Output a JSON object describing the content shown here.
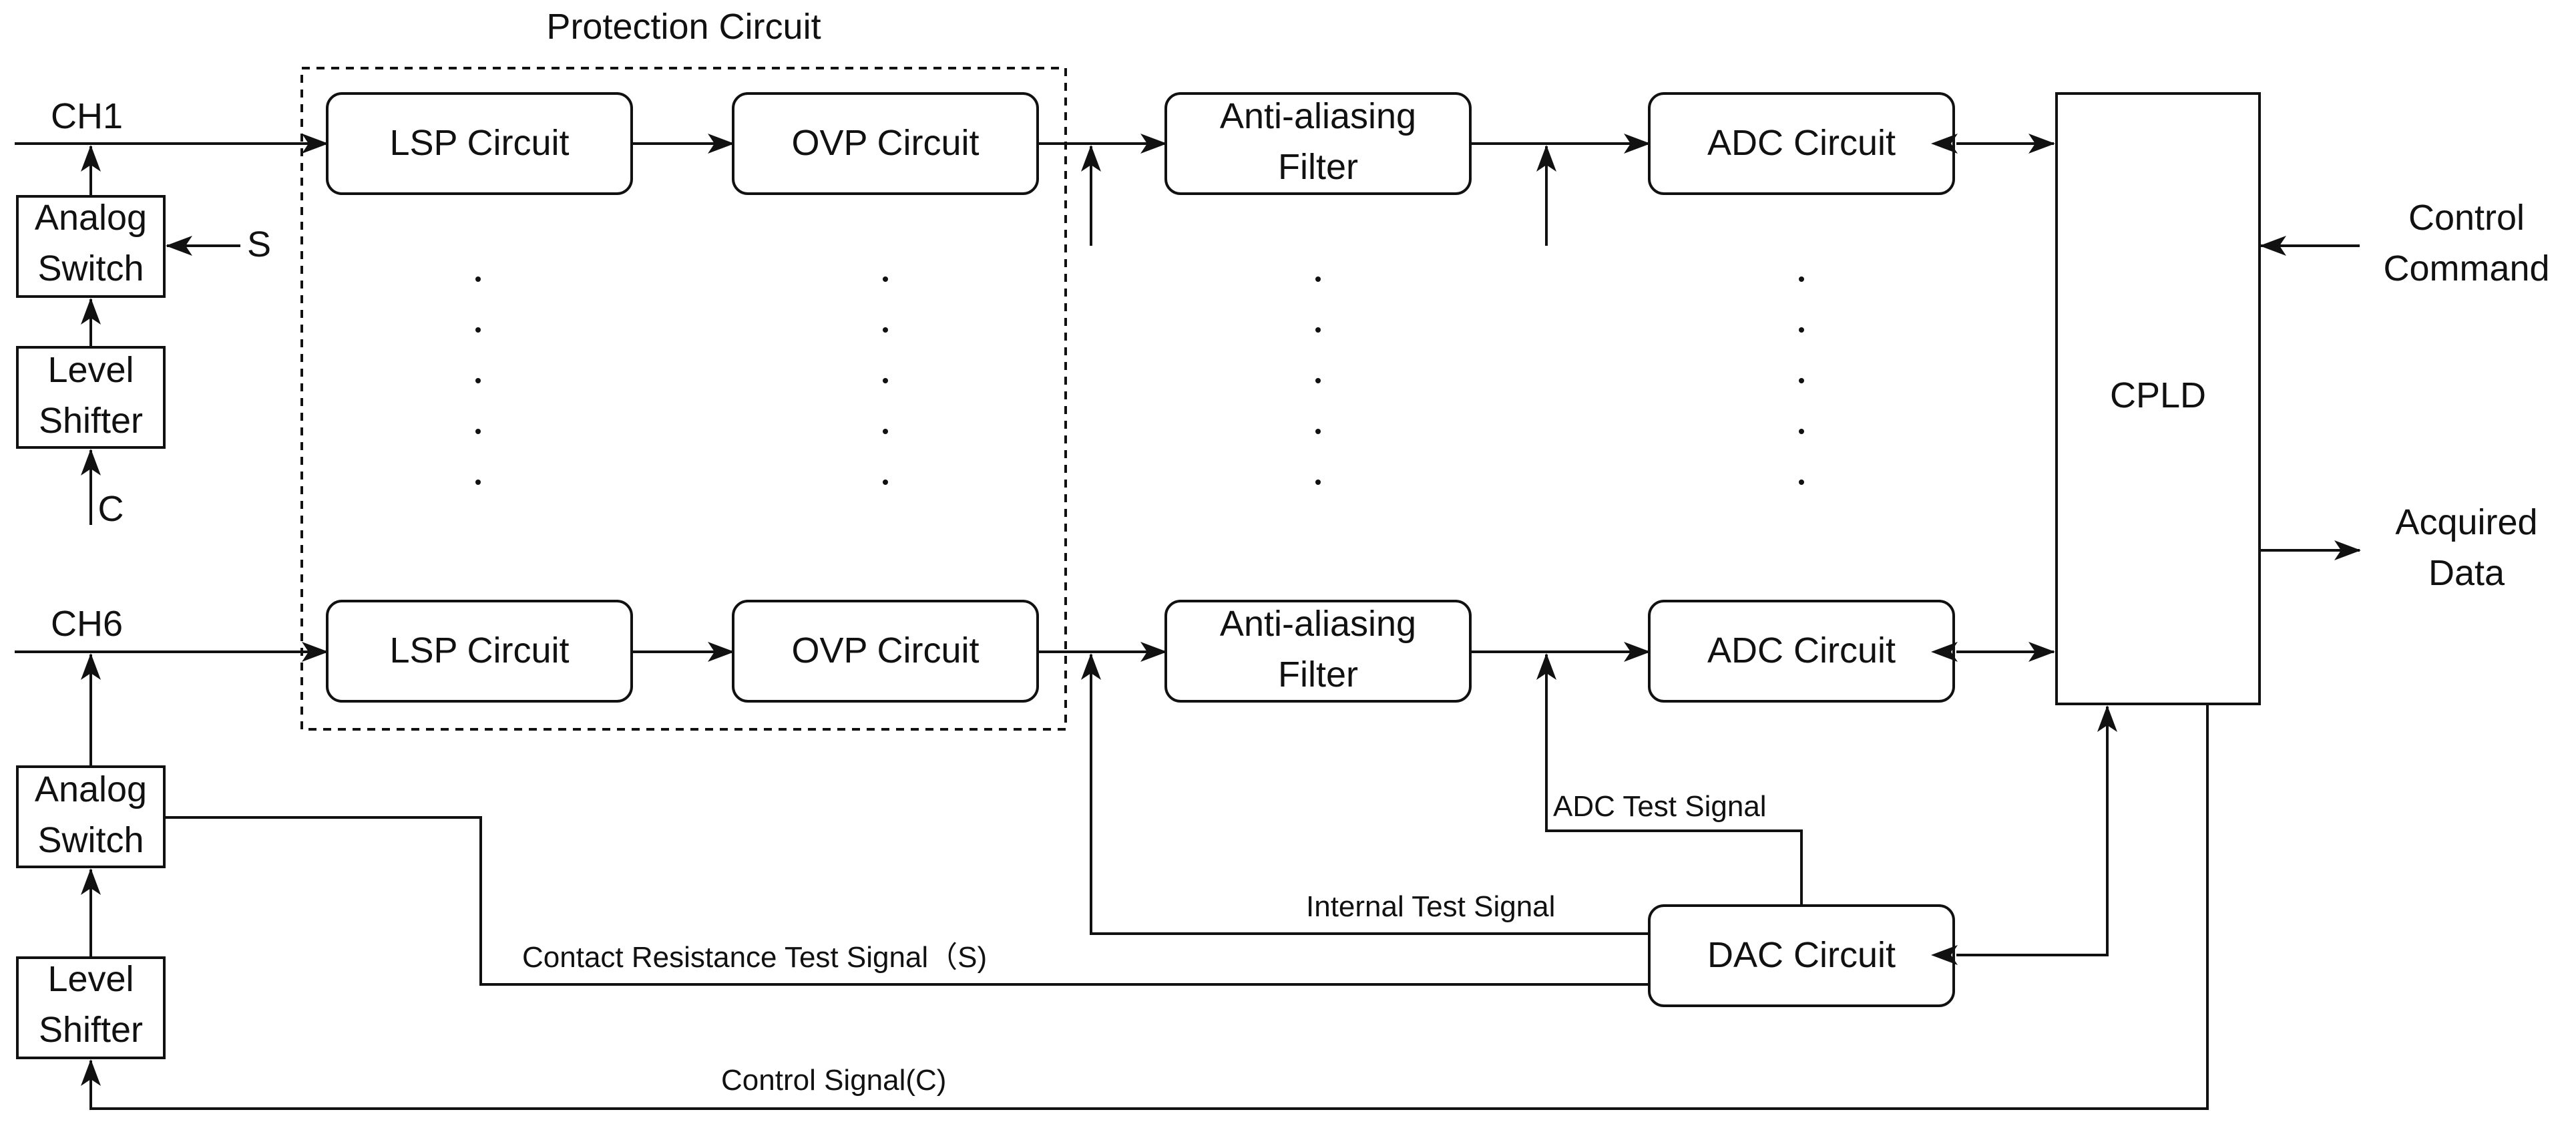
{
  "protection_title": "Protection Circuit",
  "channels": {
    "ch1": "CH1",
    "ch6": "CH6"
  },
  "blocks": {
    "lsp": "LSP Circuit",
    "ovp": "OVP Circuit",
    "aaf_line1": "Anti-aliasing",
    "aaf_line2": "Filter",
    "adc": "ADC Circuit",
    "dac": "DAC Circuit",
    "cpld": "CPLD",
    "switch_line1": "Analog",
    "switch_line2": "Switch",
    "shifter_line1": "Level",
    "shifter_line2": "Shifter"
  },
  "small_labels": {
    "s": "S",
    "c": "C"
  },
  "io": {
    "control_line1": "Control",
    "control_line2": "Command",
    "acquired_line1": "Acquired",
    "acquired_line2": "Data"
  },
  "signals": {
    "adc_test": "ADC Test Signal",
    "internal_test": "Internal Test Signal",
    "contact_resistance": "Contact Resistance Test Signal（S)",
    "control_signal": "Control Signal(C)"
  }
}
